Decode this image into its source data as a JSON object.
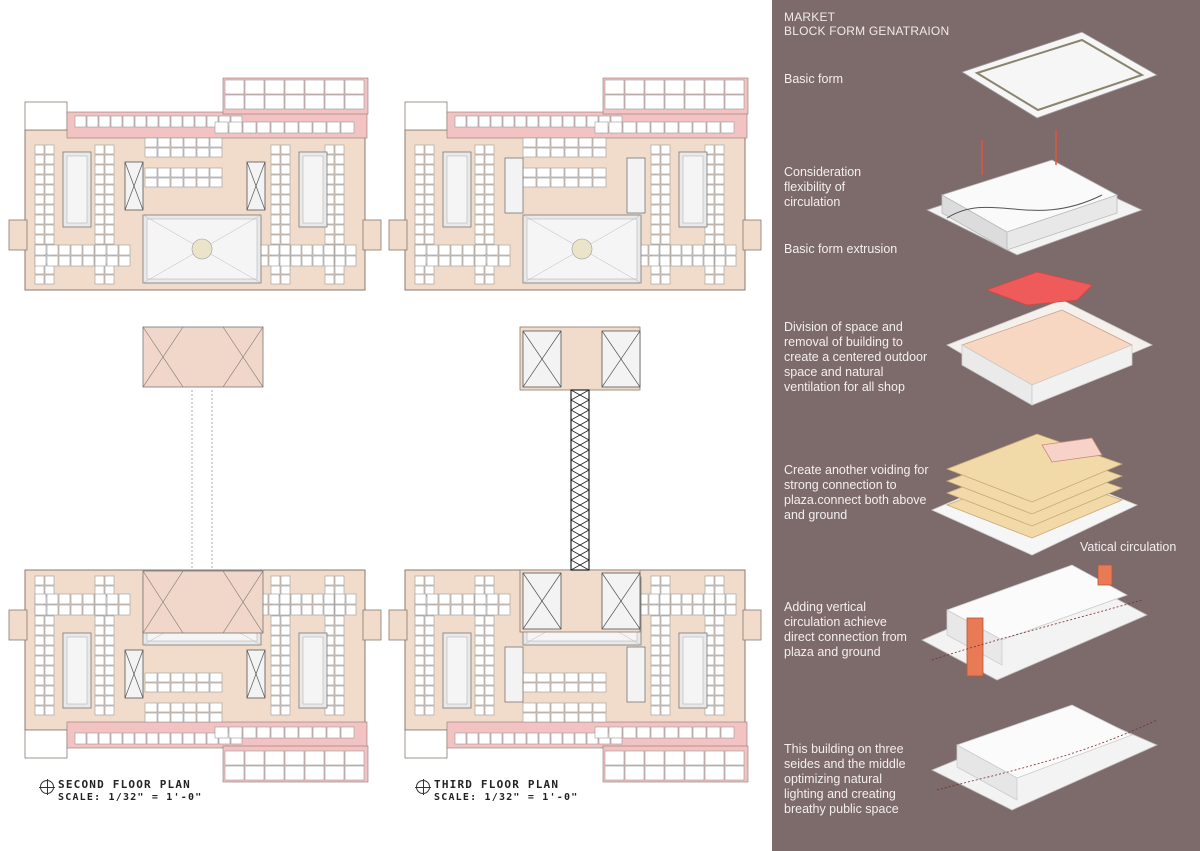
{
  "panel": {
    "title_line1": "MARKET",
    "title_line2": "BLOCK FORM GENATRAION",
    "steps": [
      {
        "text": "Basic form"
      },
      {
        "text": "Consideration flexibility of circulation"
      },
      {
        "text": "Basic form extrusion"
      },
      {
        "text": "Division of space and removal of building to create a centered outdoor space and natural ventilation for all shop"
      },
      {
        "text": "Create another voiding for strong connection to plaza.connect both above and ground"
      },
      {
        "text": "Adding vertical circulation achieve direct connection from plaza and ground"
      },
      {
        "text": "This building on three seides and the middle optimizing natural lighting and creating breathy public space"
      }
    ],
    "vatical_label": "Vatical circulation"
  },
  "plans": {
    "second": {
      "title": "SECOND FLOOR PLAN",
      "scale": "SCALE: 1/32\" = 1'-0\""
    },
    "third": {
      "title": "THIRD FLOOR PLAN",
      "scale": "SCALE: 1/32\" = 1'-0\""
    }
  },
  "colors": {
    "floor": "#f1dccb",
    "outline": "#8a7a70",
    "corridor": "#f3c3c3",
    "panel_bg": "#7d6a6a",
    "accent": "#e2543f"
  }
}
